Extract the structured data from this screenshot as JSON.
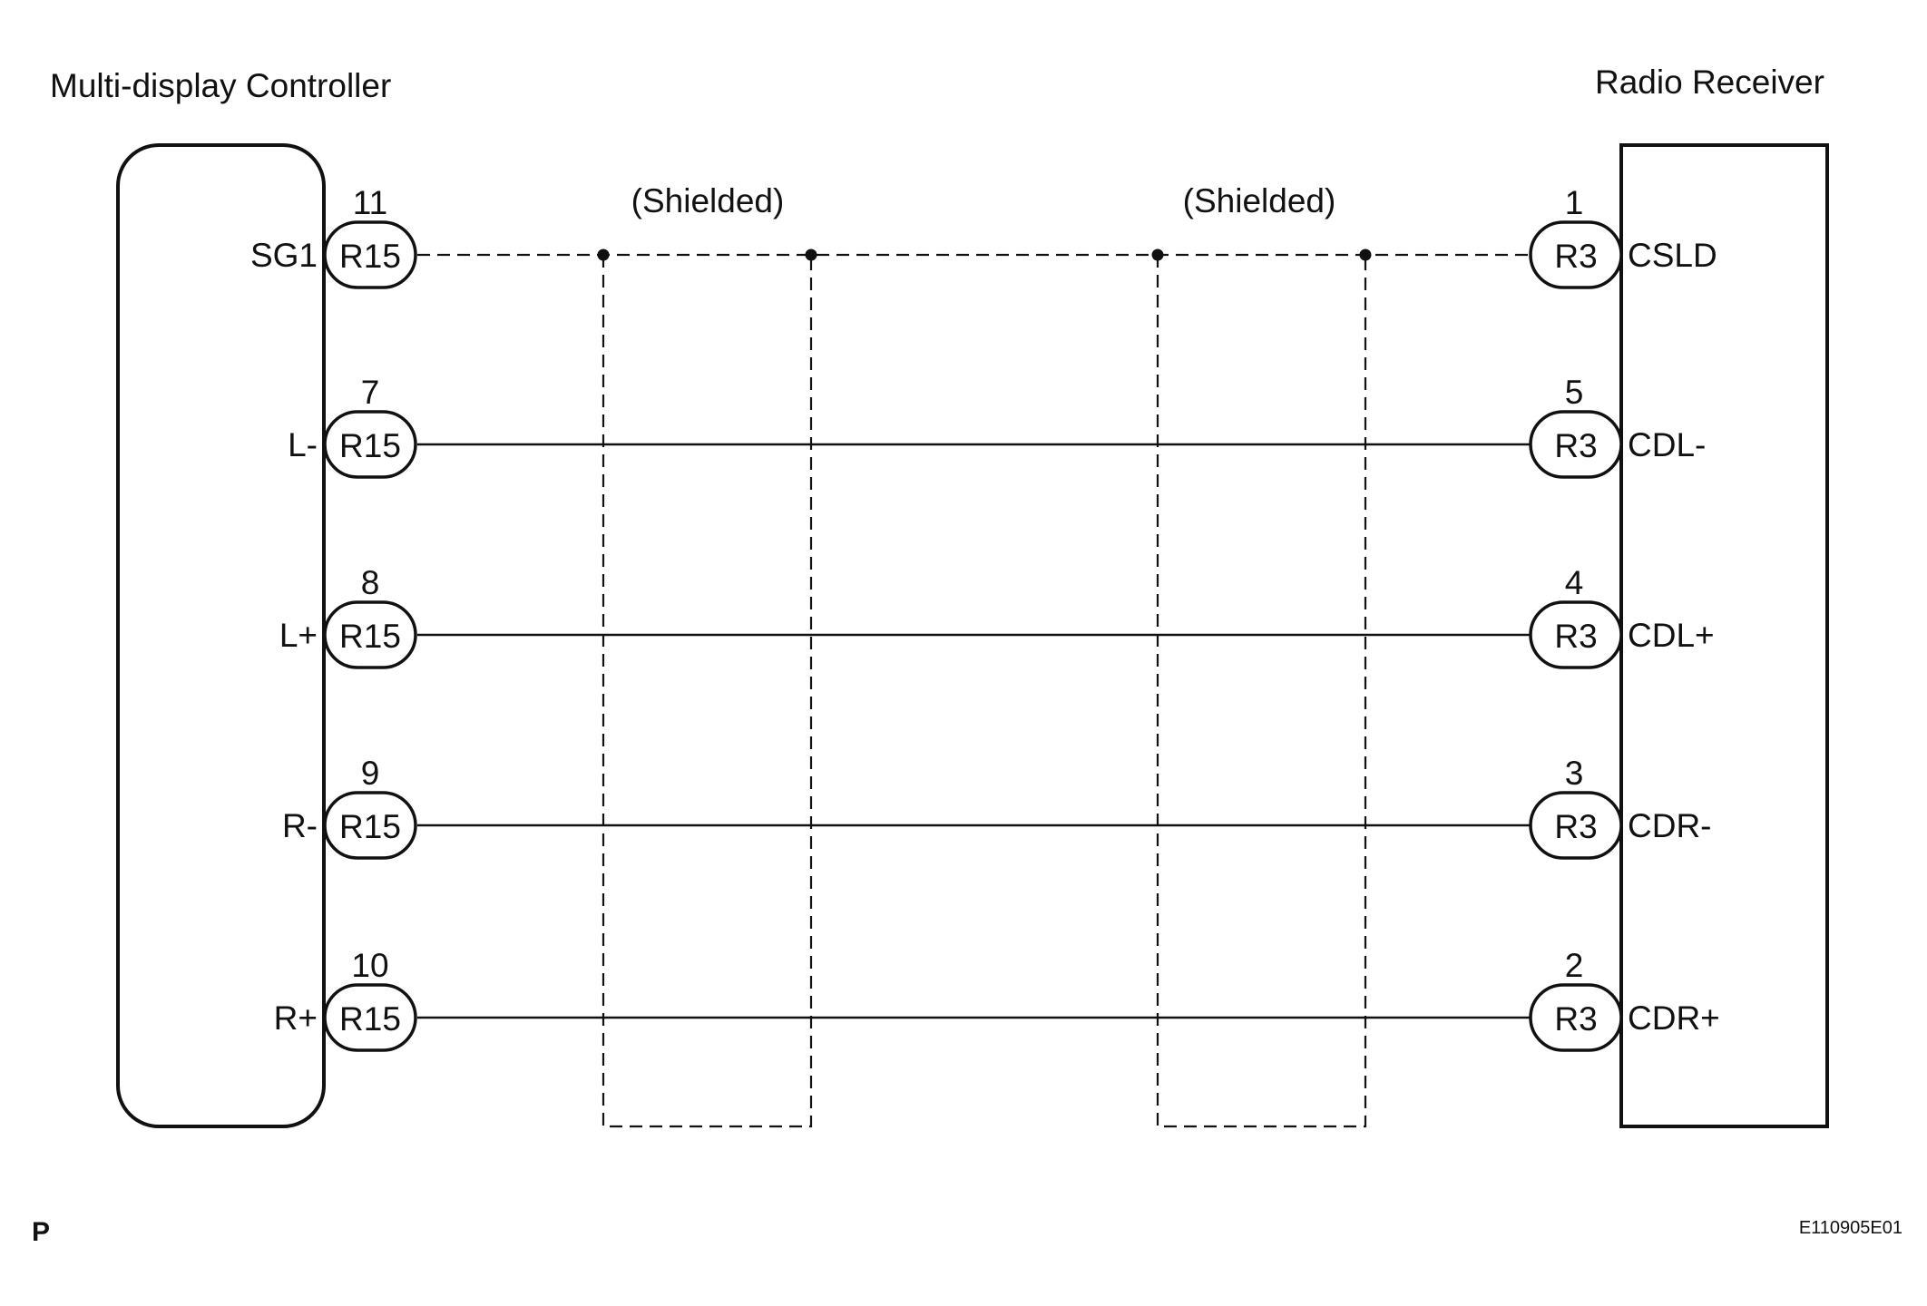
{
  "left_component": {
    "name": "Multi-display Controller",
    "connector": "R15"
  },
  "right_component": {
    "name": "Radio Receiver",
    "connector": "R3"
  },
  "shield_label": "(Shielded)",
  "wires": [
    {
      "left_signal": "SG1",
      "left_pin": "11",
      "right_signal": "CSLD",
      "right_pin": "1",
      "style": "shielded"
    },
    {
      "left_signal": "L-",
      "left_pin": "7",
      "right_signal": "CDL-",
      "right_pin": "5",
      "style": "solid"
    },
    {
      "left_signal": "L+",
      "left_pin": "8",
      "right_signal": "CDL+",
      "right_pin": "4",
      "style": "solid"
    },
    {
      "left_signal": "R-",
      "left_pin": "9",
      "right_signal": "CDR-",
      "right_pin": "3",
      "style": "solid"
    },
    {
      "left_signal": "R+",
      "left_pin": "10",
      "right_signal": "CDR+",
      "right_pin": "2",
      "style": "solid"
    }
  ],
  "footer": {
    "page_letter": "P",
    "figure_code": "E110905E01"
  }
}
